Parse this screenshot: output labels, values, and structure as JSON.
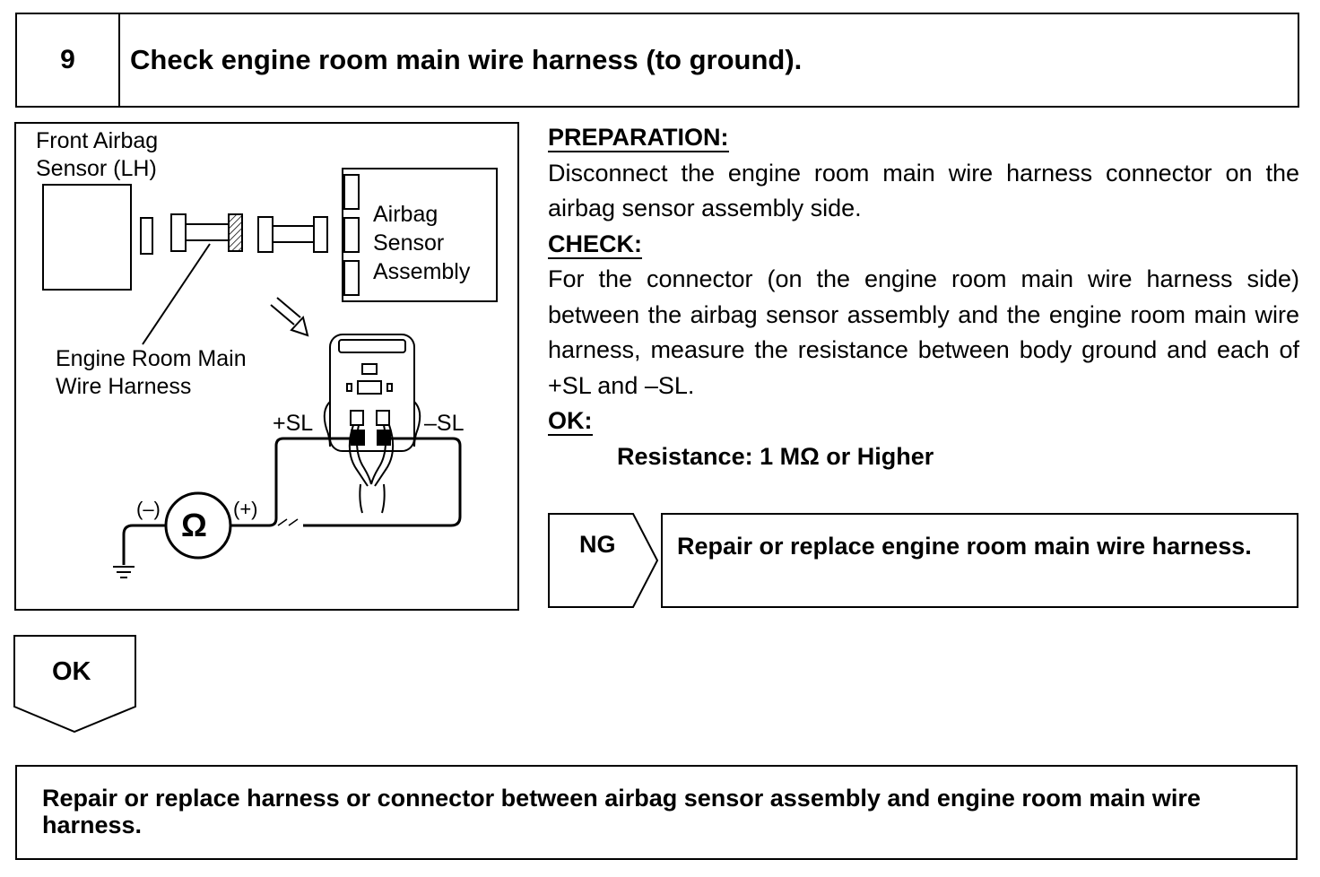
{
  "header": {
    "step_number": "9",
    "title": "Check engine room main wire harness (to ground)."
  },
  "diagram": {
    "front_sensor_label_1": "Front Airbag",
    "front_sensor_label_2": "Sensor (LH)",
    "assembly_label_1": "Airbag",
    "assembly_label_2": "Sensor",
    "assembly_label_3": "Assembly",
    "harness_label_1": "Engine Room Main",
    "harness_label_2": "Wire Harness",
    "plus_sl": "+SL",
    "minus_sl": "–SL",
    "meter_minus": "(–)",
    "meter_plus": "(+)",
    "ohm_symbol": "Ω",
    "icons": [
      "ohmmeter-icon",
      "ground-symbol-icon",
      "view-direction-arrow-icon",
      "connector-front-view-icon"
    ]
  },
  "instructions": {
    "preparation_heading": "PREPARATION:",
    "preparation_text": "Disconnect the engine room main wire harness connector on the airbag sensor assembly side.",
    "check_heading": "CHECK:",
    "check_text": "For the connector (on the engine room main wire harness side) between the airbag sensor assembly and the engine room main wire harness, measure the resistance between body ground and each of +SL and –SL.",
    "ok_heading": "OK:",
    "ok_spec": "Resistance: 1 MΩ or Higher"
  },
  "ng": {
    "label": "NG",
    "action": "Repair or replace engine room main wire harness."
  },
  "ok": {
    "label": "OK"
  },
  "final_action": "Repair or replace harness or connector between airbag sensor assembly and engine room main wire harness."
}
